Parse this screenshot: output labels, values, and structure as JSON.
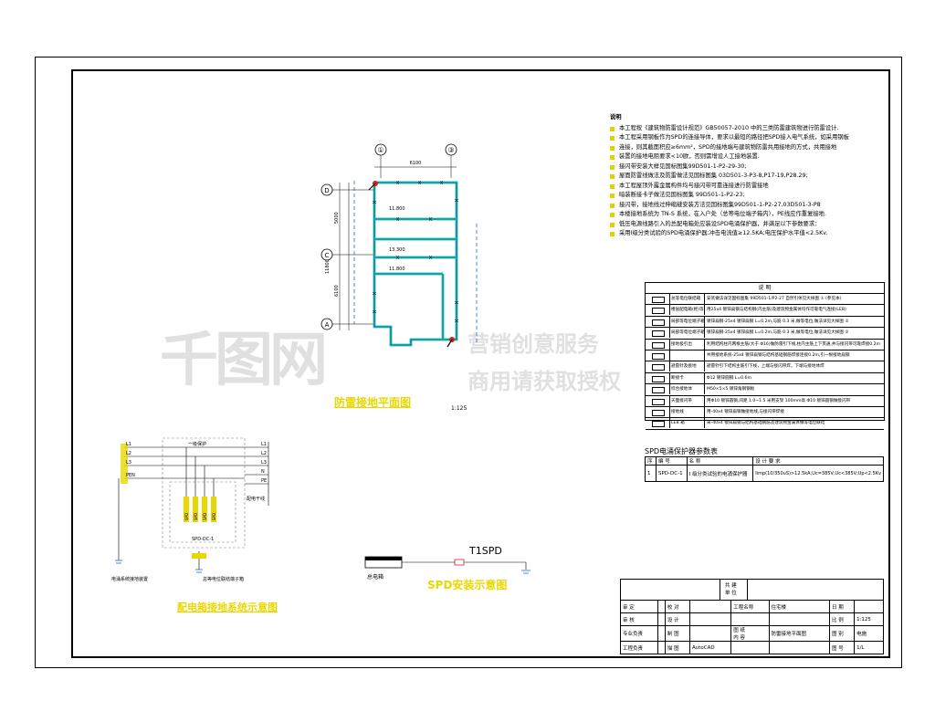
{
  "notes": {
    "title": "说明",
    "lines": [
      "本工程按《建筑物防雷设计规范》GB50057-2010 中的三类防雷建筑物进行防雷设计.",
      "本工程采用钢板作为SPD的连接导体，要求以最短的路径把SPD接入电气系统，如采用钢板",
      "连接，则其截面积应≥6mm²，SPD的接地端与建筑物防雷共用接地的方式，共用接地",
      "装置的接地电阻要求<10欧，否则需增设人工接地装置.",
      "接闪带安装大样见国标图集99D501-1-P2-29-30;",
      "屋面防雷线做法及防雷做法见国标图集 03D501-3-P3-8,P17-19,P28.29;",
      "本工程屋顶外露金属构件均与接闪带可靠连接进行防雷接地",
      "暗装断接卡子做法见国标图集 99D501-1-P2-23;",
      "接闪带，接地线过伸缩缝安装方法见国标图集99D501-1-P2-27,03D501-3-P8",
      "本楼接地系统为 TN-S 系统，在入户处（总等电位端子箱内），PE线应作重复接地.",
      "低压电源线路引入的总配电箱处应装设SPD电涌保护器，并满足以下参数要求：",
      "采用I级分类试验的SPD电涌保护器;冲击电流值≥12.5KA;电压保护水平值<2.5Kv."
    ]
  },
  "plan": {
    "title": "防雷接地平面图",
    "scale": "1:125",
    "axes": [
      "①",
      "③",
      "D",
      "C",
      "A"
    ],
    "dims": [
      "6100",
      "5000",
      "11800",
      "6100"
    ],
    "elevations": [
      "11.800",
      "13.300",
      "11.800"
    ]
  },
  "legend": {
    "title": "说      明",
    "rows": [
      {
        "sym": "",
        "name": "总等电位联结箱",
        "desc": "安装做法详见国标图集 99D501-1/P2-27 自然引体见大样图 ① (参见本)"
      },
      {
        "sym": "",
        "name": "楼层配电箱(柜)等电位",
        "desc": "用25x4 镀锌扁钢与结构钢(内主筋)及建筑物金属体均作可靠电气连接(LEB)"
      },
      {
        "sym": "",
        "name": "局部等电位端子箱",
        "desc": "镀锌扁钢-25x4 镀锌扁钢 L=0.2m,与筋 0.3 米,做等电位,做法详见大样图 ②"
      },
      {
        "sym": "",
        "name": "局部等电位端子箱",
        "desc": "镀锌扁钢-25x4 镀锌扁钢 L=0.2m,与筋 0.3 米,做等电位,做法详见大样图 ②"
      },
      {
        "sym": "",
        "name": "接地极引出",
        "desc": "利用结构柱内两根主筋(大于 Φ16)做防雷引下线,柱内主筋上下贯通,并与接闪带可靠焊接0.2m"
      },
      {
        "sym": "",
        "name": "",
        "desc": "共用接地系统-25x4 镀锌扁钢与结构基础钢筋焊接连接0.2m,引一根接地扁钢"
      },
      {
        "sym": "",
        "name": "避雷针及接地",
        "desc": "避雷针引下结构主筋引下线，上端与接闪带焊，下端与接地体焊"
      },
      {
        "sym": "",
        "name": "断接卡",
        "desc": "Φ12 镀锌圆钢 L=0.6m"
      },
      {
        "sym": "",
        "name": "综合接地体",
        "desc": "M50×5×5 镀锌角钢钢板"
      },
      {
        "sym": "",
        "name": "天面接闪带",
        "desc": "用Φ10 镀锌圆钢,间距 1.0~1.5 米用支架 100mm高 Φ10 镀锌圆钢做接闪带"
      },
      {
        "sym": "",
        "name": "接地线",
        "desc": "用-40x4 镀锌扁钢做接地线,与接闪带焊接"
      },
      {
        "sym": "",
        "name": "LEB 箱",
        "desc": "采-40x4 镀锌扁钢与结构基础钢筋及建筑物金属体做等电位联结"
      }
    ]
  },
  "spd_table": {
    "title": "SPD电涌保护器参数表",
    "headers": [
      "序",
      "编 号",
      "名 称",
      "设 计 要 求"
    ],
    "rows": [
      [
        "1",
        "SPD-DC-1",
        "I 级分类试验的电涌保护器",
        "Iimp(10/350uS)>12.5kA;Uc=385V;Uc<385V;Up<2.5Kv"
      ]
    ]
  },
  "distribution": {
    "title": "配电箱接地系统示意图",
    "lines": [
      "L1",
      "L2",
      "L3",
      "PEN",
      "L1",
      "L2",
      "L3",
      "N",
      "PE"
    ],
    "breaker_label": "一级保护",
    "spd_labels": [
      "SPD",
      "SPD",
      "SPD",
      "SPD"
    ],
    "spd_box": "SPD-DC-1",
    "ground_label": "电涌系统接地装置",
    "ground_label2": "总等电位联结端子箱",
    "side_label": "配电干线"
  },
  "spd_install": {
    "title": "SPD安装示意图",
    "label": "T1SPD",
    "box_label": "总电箱"
  },
  "title_block": {
    "project_label": "共 建\n单 位",
    "rows": [
      [
        "审 定",
        "",
        "校 对",
        "",
        "工程名称",
        "住宅楼",
        "日 期",
        ""
      ],
      [
        "审 核",
        "",
        "设 计",
        "",
        "",
        "",
        "比 例",
        "1:125"
      ],
      [
        "专业负责",
        "",
        "制 图",
        "",
        "图 纸\n内 容",
        "防雷接地平面图",
        "图 别",
        "电施"
      ],
      [
        "工程负责",
        "",
        "描 图",
        "AutoCAD",
        "",
        "",
        "图 号",
        "1/L"
      ]
    ]
  },
  "watermark": {
    "logo": "千图网",
    "line1": "营销创意服务",
    "line2": "商用请获取授权"
  },
  "colors": {
    "cyan": "#2ecfd6",
    "yellow": "#e8d800",
    "red": "#d42020",
    "blue_dash": "#1a6ad8"
  }
}
